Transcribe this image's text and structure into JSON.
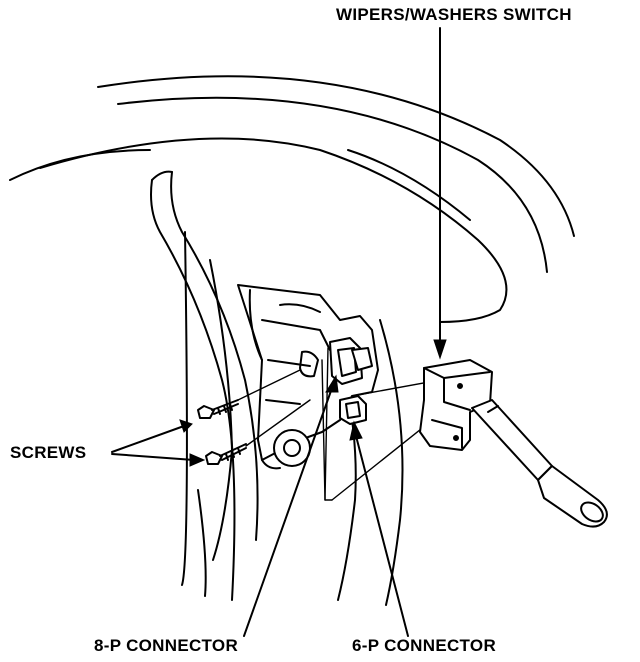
{
  "labels": {
    "wipers_switch": "WIPERS/WASHERS SWITCH",
    "screws": "SCREWS",
    "connector_8p": "8-P CONNECTOR",
    "connector_6p": "6-P CONNECTOR"
  },
  "colors": {
    "ink": "#000000",
    "background": "#ffffff"
  }
}
